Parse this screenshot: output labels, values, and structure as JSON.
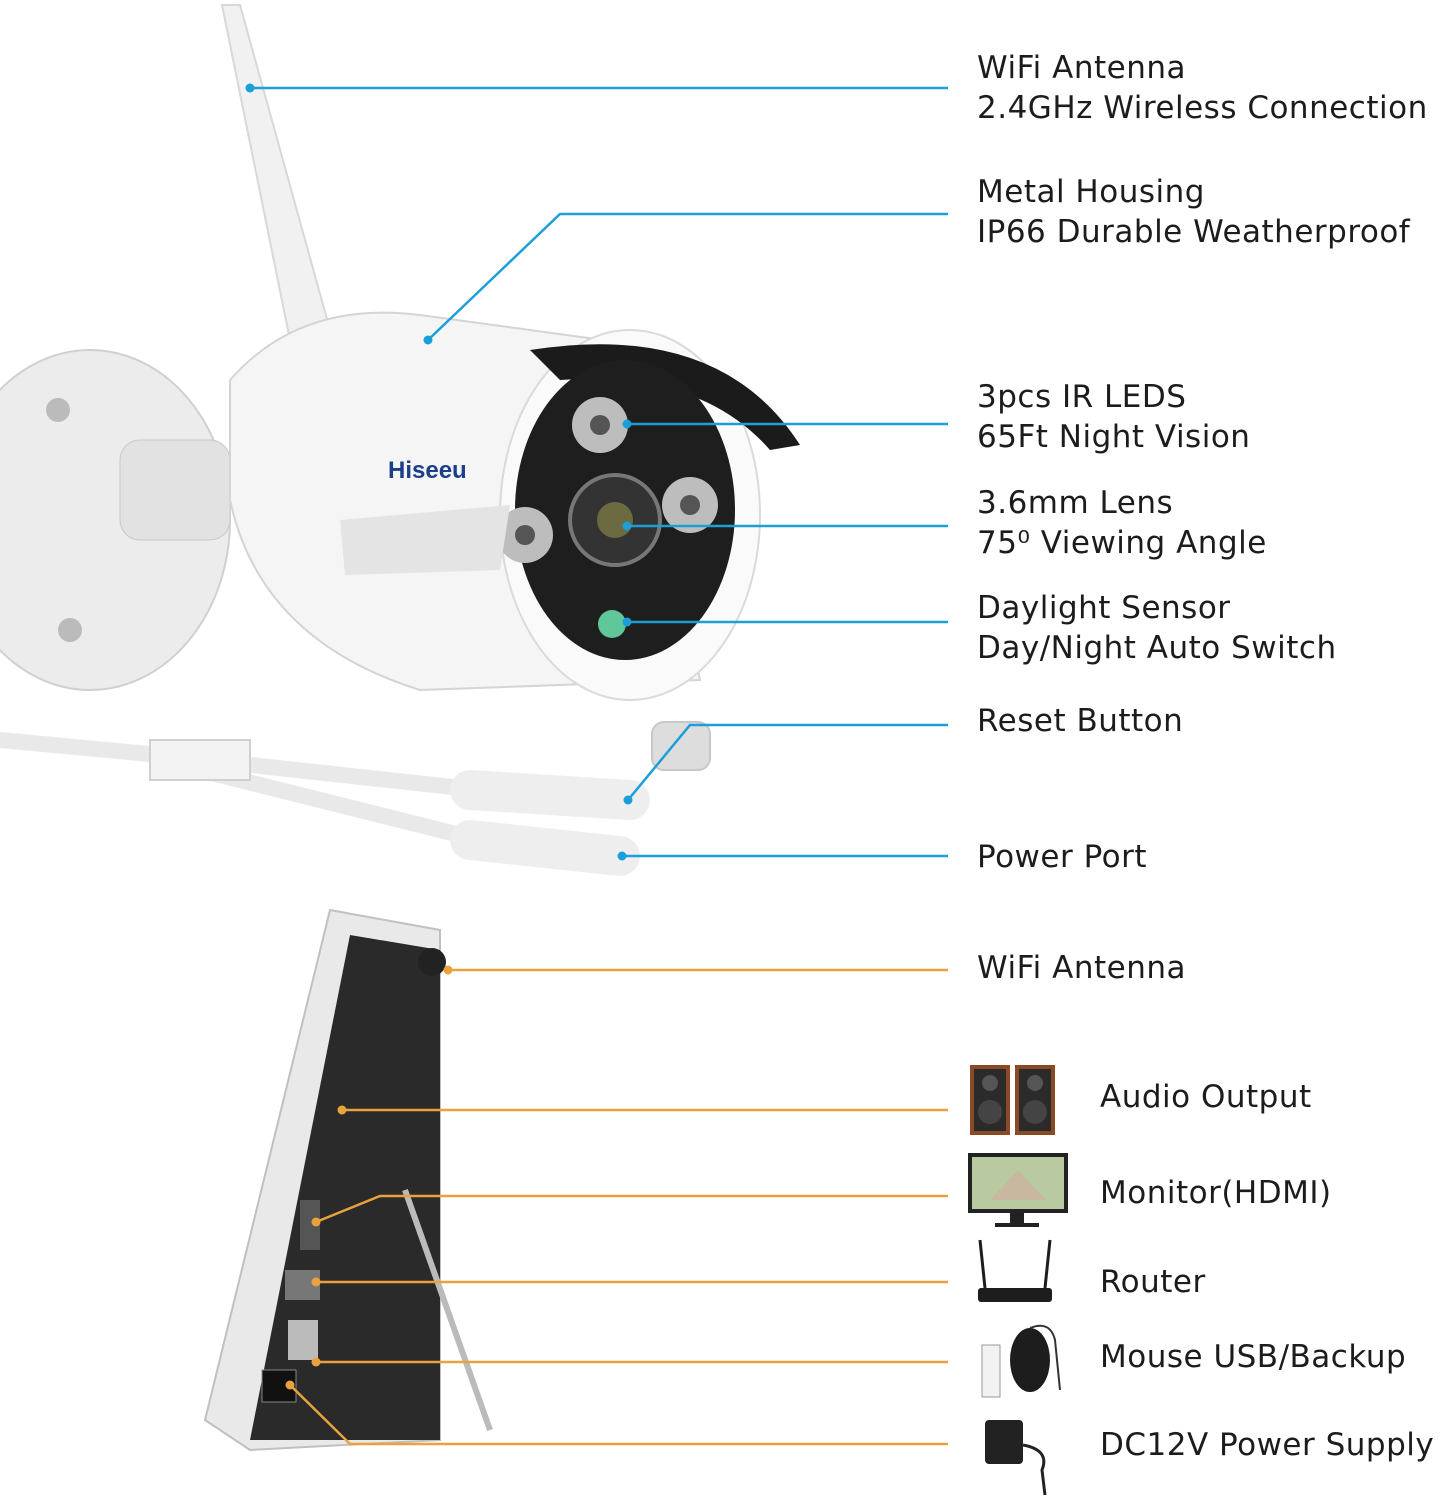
{
  "colors": {
    "camera_callout": "#1a9fd8",
    "nvr_callout": "#e8a33c"
  },
  "brand_logo": "Hiseeu",
  "camera_features": [
    {
      "title": "WiFi Antenna",
      "subtitle": "2.4GHz Wireless Connection"
    },
    {
      "title": "Metal Housing",
      "subtitle": "IP66 Durable Weatherproof"
    },
    {
      "title": "3pcs IR LEDS",
      "subtitle": "65Ft Night Vision"
    },
    {
      "title": "3.6mm Lens",
      "subtitle": "75⁰ Viewing Angle"
    },
    {
      "title": "Daylight Sensor",
      "subtitle": "Day/Night Auto Switch"
    },
    {
      "title": "Reset Button"
    },
    {
      "title": "Power Port"
    }
  ],
  "nvr_features": [
    {
      "title": "WiFi Antenna",
      "icon": "none"
    },
    {
      "title": "Audio Output",
      "icon": "speakers-icon"
    },
    {
      "title": "Monitor(HDMI)",
      "icon": "monitor-icon"
    },
    {
      "title": "Router",
      "icon": "router-icon"
    },
    {
      "title": "Mouse USB/Backup",
      "icon": "mouse-usb-icon"
    },
    {
      "title": "DC12V Power Supply",
      "icon": "power-adapter-icon"
    }
  ]
}
